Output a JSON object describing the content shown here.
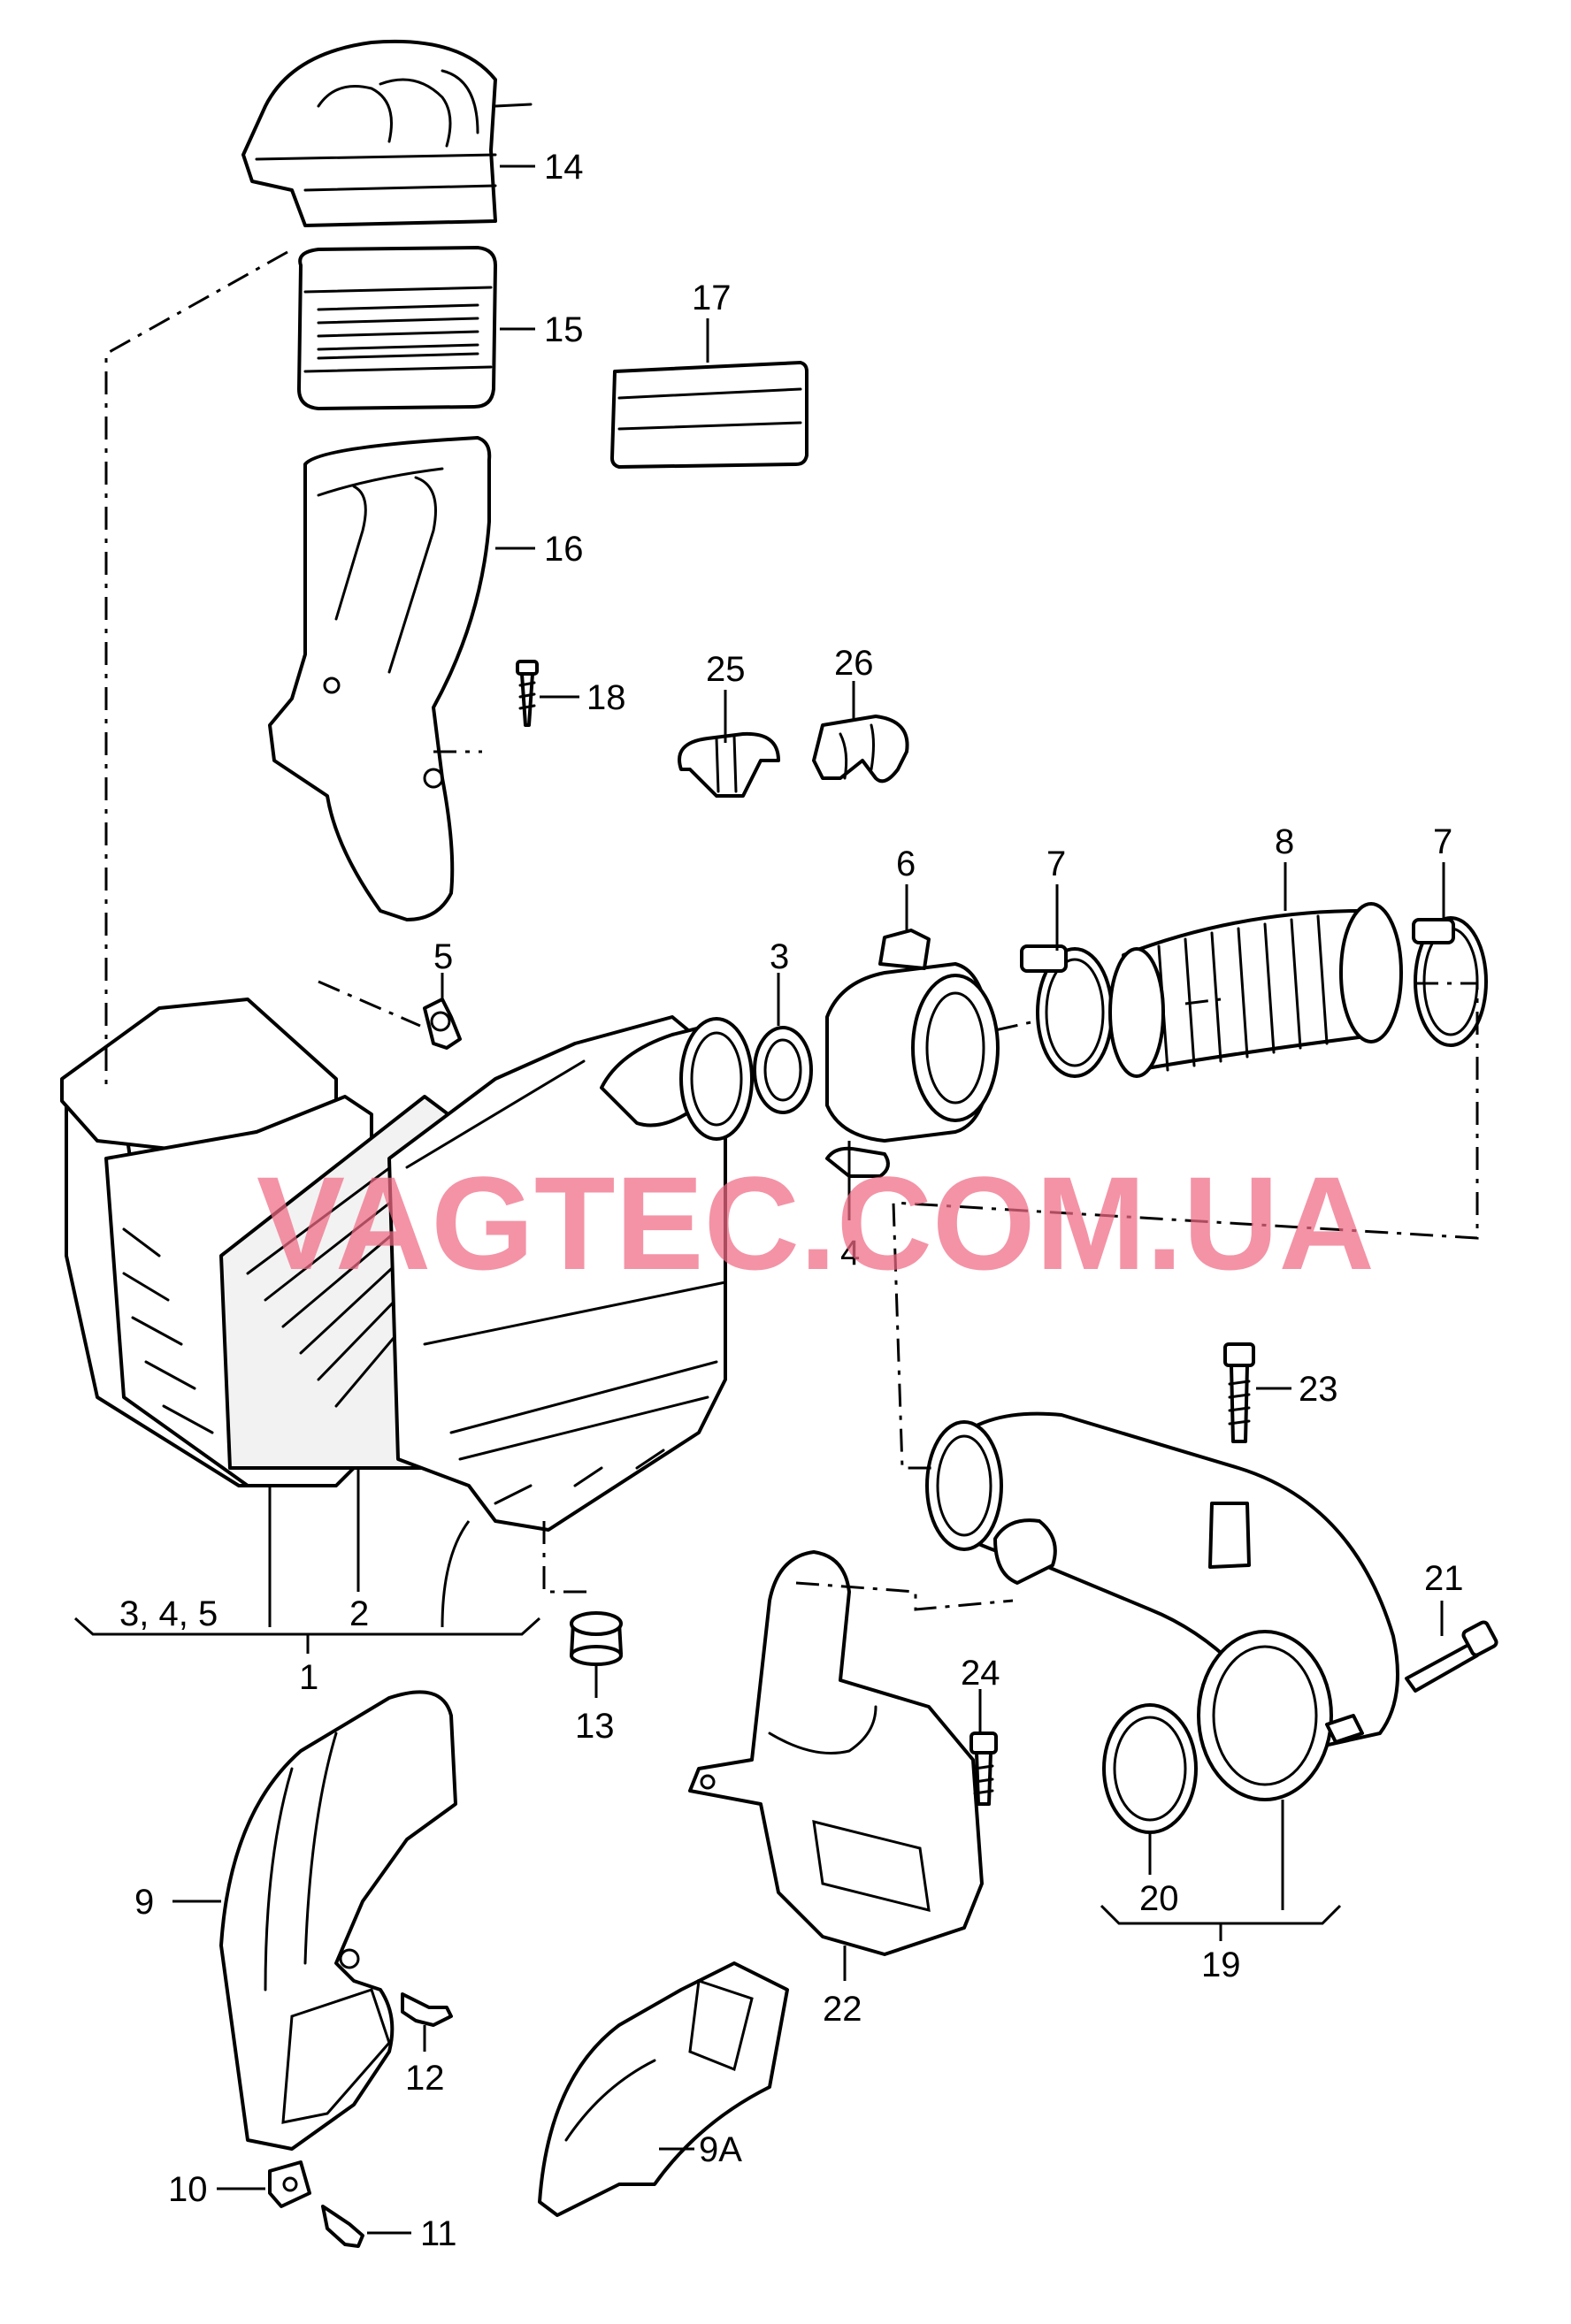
{
  "diagram": {
    "watermark": "VAGTEC.COM.UA",
    "callouts": {
      "c1": "1",
      "c2": "2",
      "c345": "3, 4, 5",
      "c3": "3",
      "c4": "4",
      "c5": "5",
      "c6": "6",
      "c7a": "7",
      "c7b": "7",
      "c8": "8",
      "c9": "9",
      "c9a": "9A",
      "c10": "10",
      "c11": "11",
      "c12": "12",
      "c13": "13",
      "c14": "14",
      "c15": "15",
      "c16": "16",
      "c17": "17",
      "c18": "18",
      "c19": "19",
      "c20": "20",
      "c21": "21",
      "c22": "22",
      "c23": "23",
      "c24": "24",
      "c25": "25",
      "c26": "26"
    }
  }
}
